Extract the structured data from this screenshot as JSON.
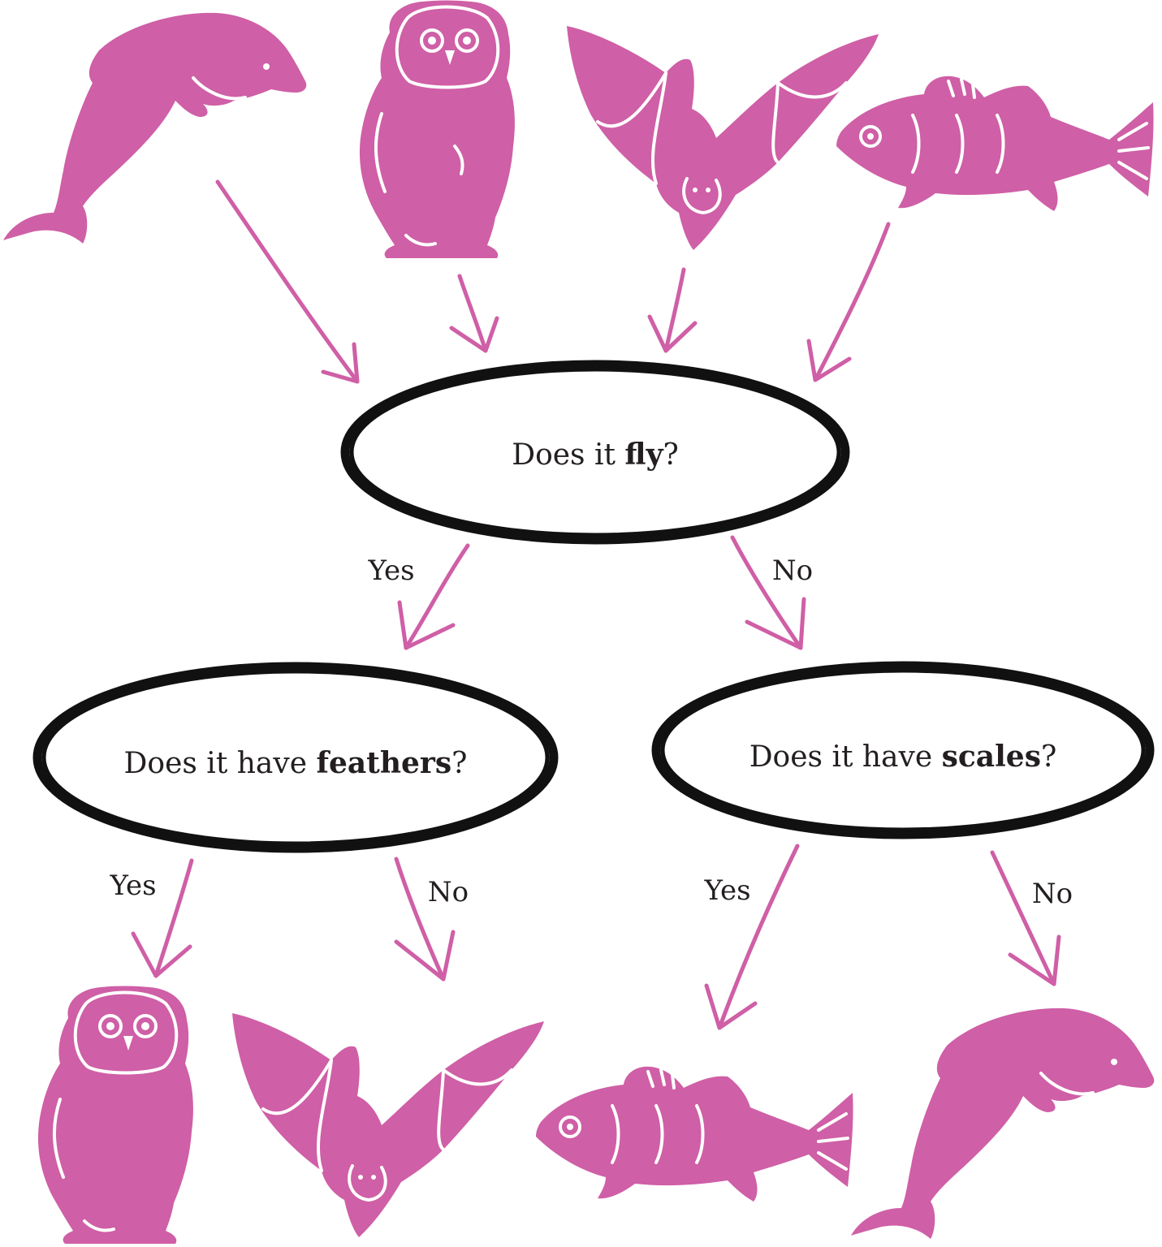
{
  "colors": {
    "animal": "#cf5fa6",
    "arrow": "#cf5fa6",
    "outline": "#111111",
    "text": "#231f20"
  },
  "questions": {
    "fly": {
      "prefix": "Does it ",
      "keyword": "fly",
      "suffix": "?"
    },
    "feathers": {
      "prefix": "Does it have ",
      "keyword": "feathers",
      "suffix": "?"
    },
    "scales": {
      "prefix": "Does it have ",
      "keyword": "scales",
      "suffix": "?"
    }
  },
  "edges": {
    "fly_yes": "Yes",
    "fly_no": "No",
    "feathers_yes": "Yes",
    "feathers_no": "No",
    "scales_yes": "Yes",
    "scales_no": "No"
  },
  "animals": {
    "top": [
      "dolphin-icon",
      "owl-icon",
      "bat-icon",
      "fish-icon"
    ],
    "results": [
      "owl-icon",
      "bat-icon",
      "fish-icon",
      "dolphin-icon"
    ]
  }
}
